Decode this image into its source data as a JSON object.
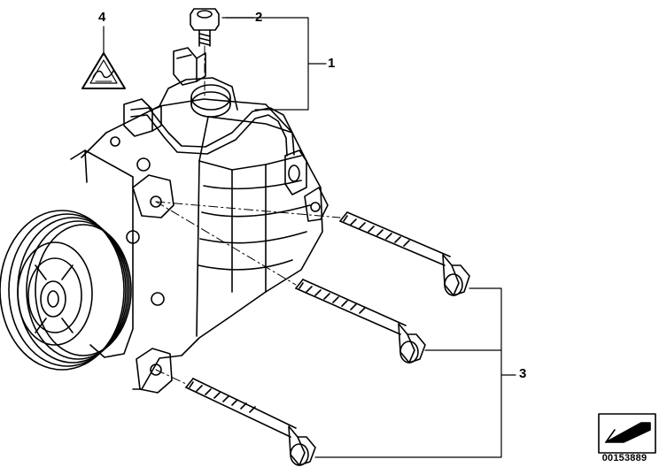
{
  "diagram": {
    "callouts": [
      {
        "id": "1",
        "label": "1"
      },
      {
        "id": "2",
        "label": "2"
      },
      {
        "id": "3",
        "label": "3"
      },
      {
        "id": "4",
        "label": "4"
      }
    ],
    "reference_number": "00153889",
    "warning_symbol": "refrigerant-warning-triangle-icon",
    "corner_symbol": "view-direction-arrow-icon",
    "line_color": "#000000",
    "background_color": "#ffffff"
  }
}
